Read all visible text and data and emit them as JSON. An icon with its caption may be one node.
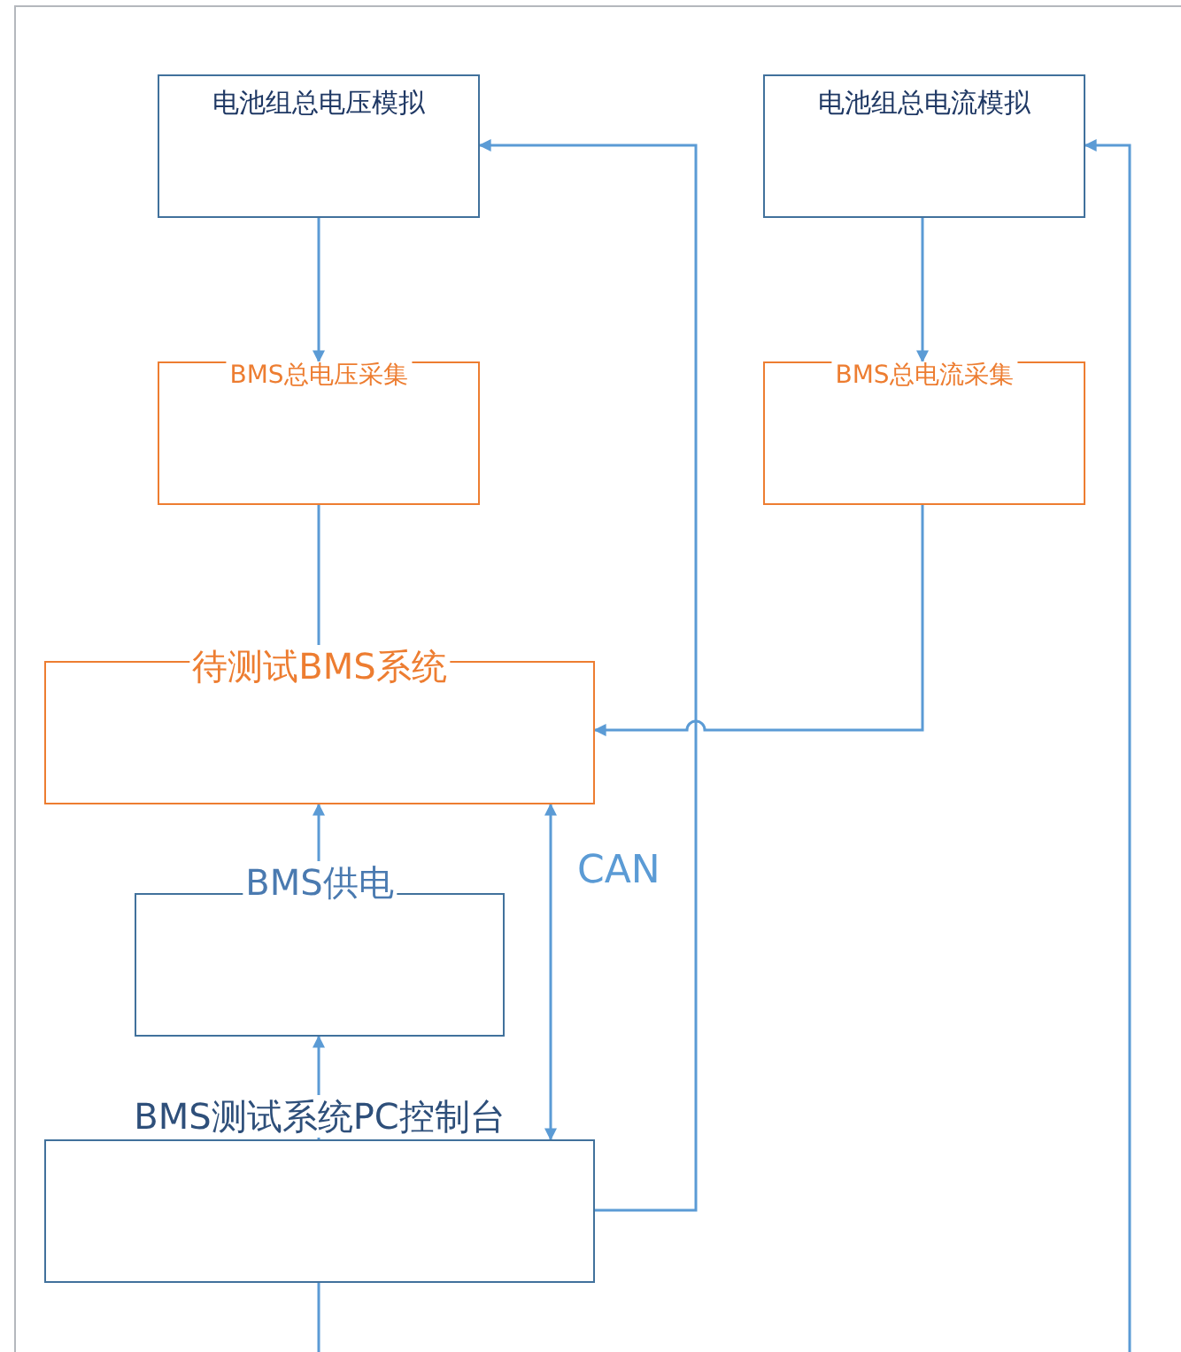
{
  "diagram": {
    "nodes": [
      {
        "text": [
          "电池组总电压模拟"
        ]
      },
      {
        "text": [
          "电池组总电流模拟"
        ]
      },
      {
        "text": [
          "BMS总电压采集"
        ]
      },
      {
        "text": [
          "BMS总电流采集"
        ]
      },
      {
        "text": [
          "待测试BMS系统"
        ]
      },
      {
        "text": [
          "BMS供电"
        ]
      },
      {
        "text": [
          "BMS测试系统PC控制台"
        ]
      }
    ],
    "edges": [
      {
        "from": 0,
        "to": 2,
        "arrow": "to"
      },
      {
        "from": 1,
        "to": 3,
        "arrow": "to"
      },
      {
        "from": 2,
        "to": 4,
        "arrow": "to"
      },
      {
        "from": 3,
        "to": 4,
        "arrow": "to"
      },
      {
        "from": 5,
        "to": 4,
        "arrow": "to"
      },
      {
        "from": 6,
        "to": 5,
        "arrow": "to"
      },
      {
        "from": 4,
        "to": 6,
        "arrow": "both",
        "label": "CAN"
      },
      {
        "from": 6,
        "to": 0,
        "arrow": "to"
      },
      {
        "from": 6,
        "to": null,
        "arrow": "none"
      },
      {
        "from": null,
        "to": 1,
        "arrow": "to"
      }
    ]
  }
}
